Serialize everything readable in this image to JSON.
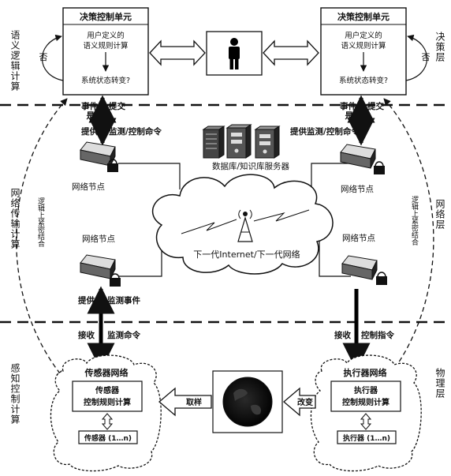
{
  "left_side_labels": {
    "semantic_logic": "语义逻辑计算",
    "network_transfer": "网络传输计算",
    "sensing_control": "感知控制计算"
  },
  "right_side_labels": {
    "decision_layer": "决策层",
    "network_layer": "网络层",
    "physical_layer": "物理层"
  },
  "left_decision_unit": {
    "title": "决策控制单元",
    "line1": "用户定义的",
    "line2": "语义规则计算",
    "state_change": "系统状态转变?",
    "no_label": "否"
  },
  "right_decision_unit": {
    "title": "决策控制单元",
    "line1": "用户定义的",
    "line2": "语义规则计算",
    "state_change": "系统状态转变?",
    "no_label": "否"
  },
  "left_top_arrows": {
    "yes": "是",
    "event": "事件",
    "submit": "提交",
    "provide": "提供",
    "monitor_control": "监测/控制命令"
  },
  "right_top_arrows": {
    "yes": "是",
    "event": "事件",
    "submit": "提交",
    "provide_monitor_control": "提供监测/控制命令"
  },
  "servers_label": "数据库/知识库服务器",
  "network_cloud_label": "下一代Internet/下一代网络",
  "network_nodes": [
    "网络节点",
    "网络节点",
    "网络节点",
    "网络节点"
  ],
  "tight_coupling_left": "逻辑上紧密结合",
  "tight_coupling_right": "逻辑上紧密结合",
  "left_bottom_arrows": {
    "provide": "提供",
    "monitor_event": "监测事件",
    "receive": "接收",
    "monitor_command": "监测命令"
  },
  "right_bottom_arrows": {
    "receive": "接收",
    "control_command": "控制指令"
  },
  "sensor_network": {
    "title": "传感器网络",
    "box_line1": "传感器",
    "box_line2": "控制规则计算",
    "sensors": "传感器 (1…n)"
  },
  "actuator_network": {
    "title": "执行器网络",
    "box_line1": "执行器",
    "box_line2": "控制规则计算",
    "actuators": "执行器 (1…n)"
  },
  "sample_label": "取样",
  "change_label": "改变",
  "colors": {
    "line": "#111111",
    "background": "#ffffff",
    "shade": "#000000"
  }
}
